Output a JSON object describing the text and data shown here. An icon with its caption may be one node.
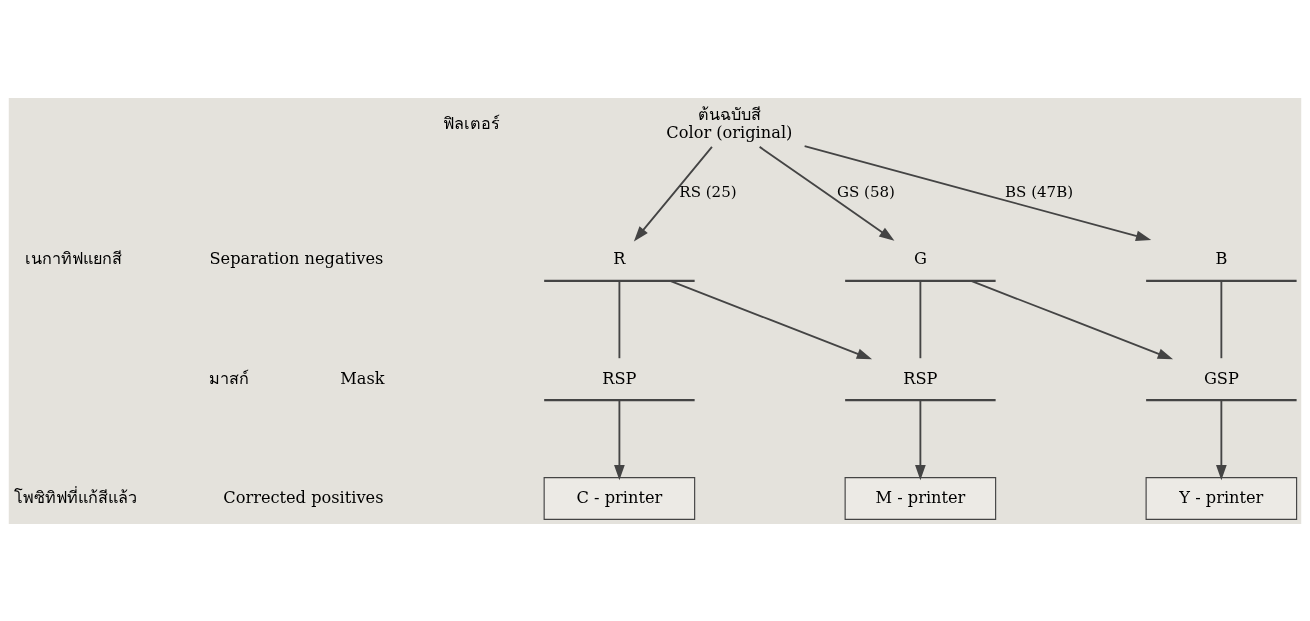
{
  "diagram": {
    "nodes": [
      {
        "text": [
          "ต้นฉบับสี",
          "Color (original)"
        ]
      },
      {
        "text": [
          "R"
        ]
      },
      {
        "text": [
          "G"
        ]
      },
      {
        "text": [
          "B"
        ]
      },
      {
        "text": [
          "RSP"
        ]
      },
      {
        "text": [
          "RSP"
        ]
      },
      {
        "text": [
          "GSP"
        ]
      },
      {
        "text": [
          "C - printer"
        ]
      },
      {
        "text": [
          "M - printer"
        ]
      },
      {
        "text": [
          "Y - printer"
        ]
      }
    ],
    "edges": [
      {
        "from": 0,
        "to": 1,
        "arrow": "to",
        "label": "RS (25)"
      },
      {
        "from": 0,
        "to": 2,
        "arrow": "to",
        "label": "GS (58)"
      },
      {
        "from": 0,
        "to": 3,
        "arrow": "to",
        "label": "BS (47B)"
      },
      {
        "from": 1,
        "to": 4,
        "arrow": "none"
      },
      {
        "from": 1,
        "to": 5,
        "arrow": "to"
      },
      {
        "from": 2,
        "to": 5,
        "arrow": "none"
      },
      {
        "from": 2,
        "to": 6,
        "arrow": "to"
      },
      {
        "from": 3,
        "to": 6,
        "arrow": "none"
      },
      {
        "from": 4,
        "to": 7,
        "arrow": "to"
      },
      {
        "from": 5,
        "to": 8,
        "arrow": "to"
      },
      {
        "from": 6,
        "to": 9,
        "arrow": "to"
      }
    ],
    "labels": [
      "ฟิลเตอร์",
      "เนกาทิฟแยกสี",
      "Separation negatives",
      "มาสก์",
      "Mask",
      "โพซิทิฟที่แก้สีแล้ว",
      "Corrected positives"
    ]
  }
}
